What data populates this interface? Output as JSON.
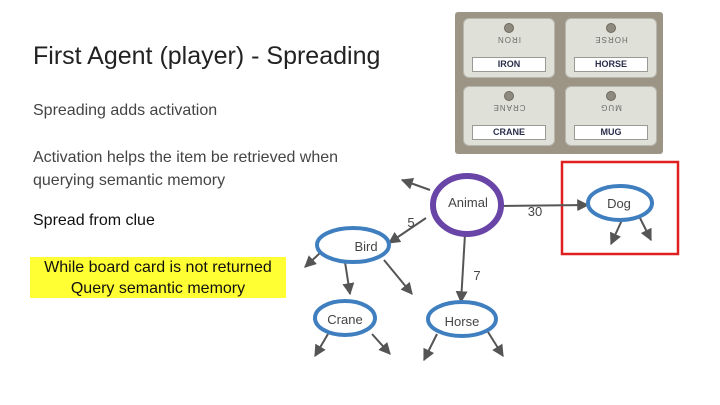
{
  "slide": {
    "title": "First Agent (player) - Spreading",
    "line1": "Spreading adds activation",
    "line2a": "Activation helps the item be retrieved when",
    "line2b": "querying semantic memory",
    "clue_text": "Spread from clue",
    "highlight_line1": "While board card is not returned",
    "highlight_line2": "Query semantic memory"
  },
  "cards": [
    {
      "word": "IRON",
      "mirrored": "IRON"
    },
    {
      "word": "HORSE",
      "mirrored": "HORSE"
    },
    {
      "word": "CRANE",
      "mirrored": "CRANE"
    },
    {
      "word": "MUG",
      "mirrored": "MUG"
    }
  ],
  "diagram": {
    "nodes": {
      "animal": "Animal",
      "bird": "Bird",
      "crane": "Crane",
      "horse": "Horse",
      "dog": "Dog"
    },
    "weights": {
      "animal_bird": "5",
      "animal_dog": "30",
      "animal_horse": "7"
    }
  },
  "colors": {
    "node_stroke": "#3f7fc0",
    "animal_stroke": "#6a45a8",
    "arrow": "#555555",
    "highlight": "#ffff33",
    "focus_box": "#e02020"
  }
}
